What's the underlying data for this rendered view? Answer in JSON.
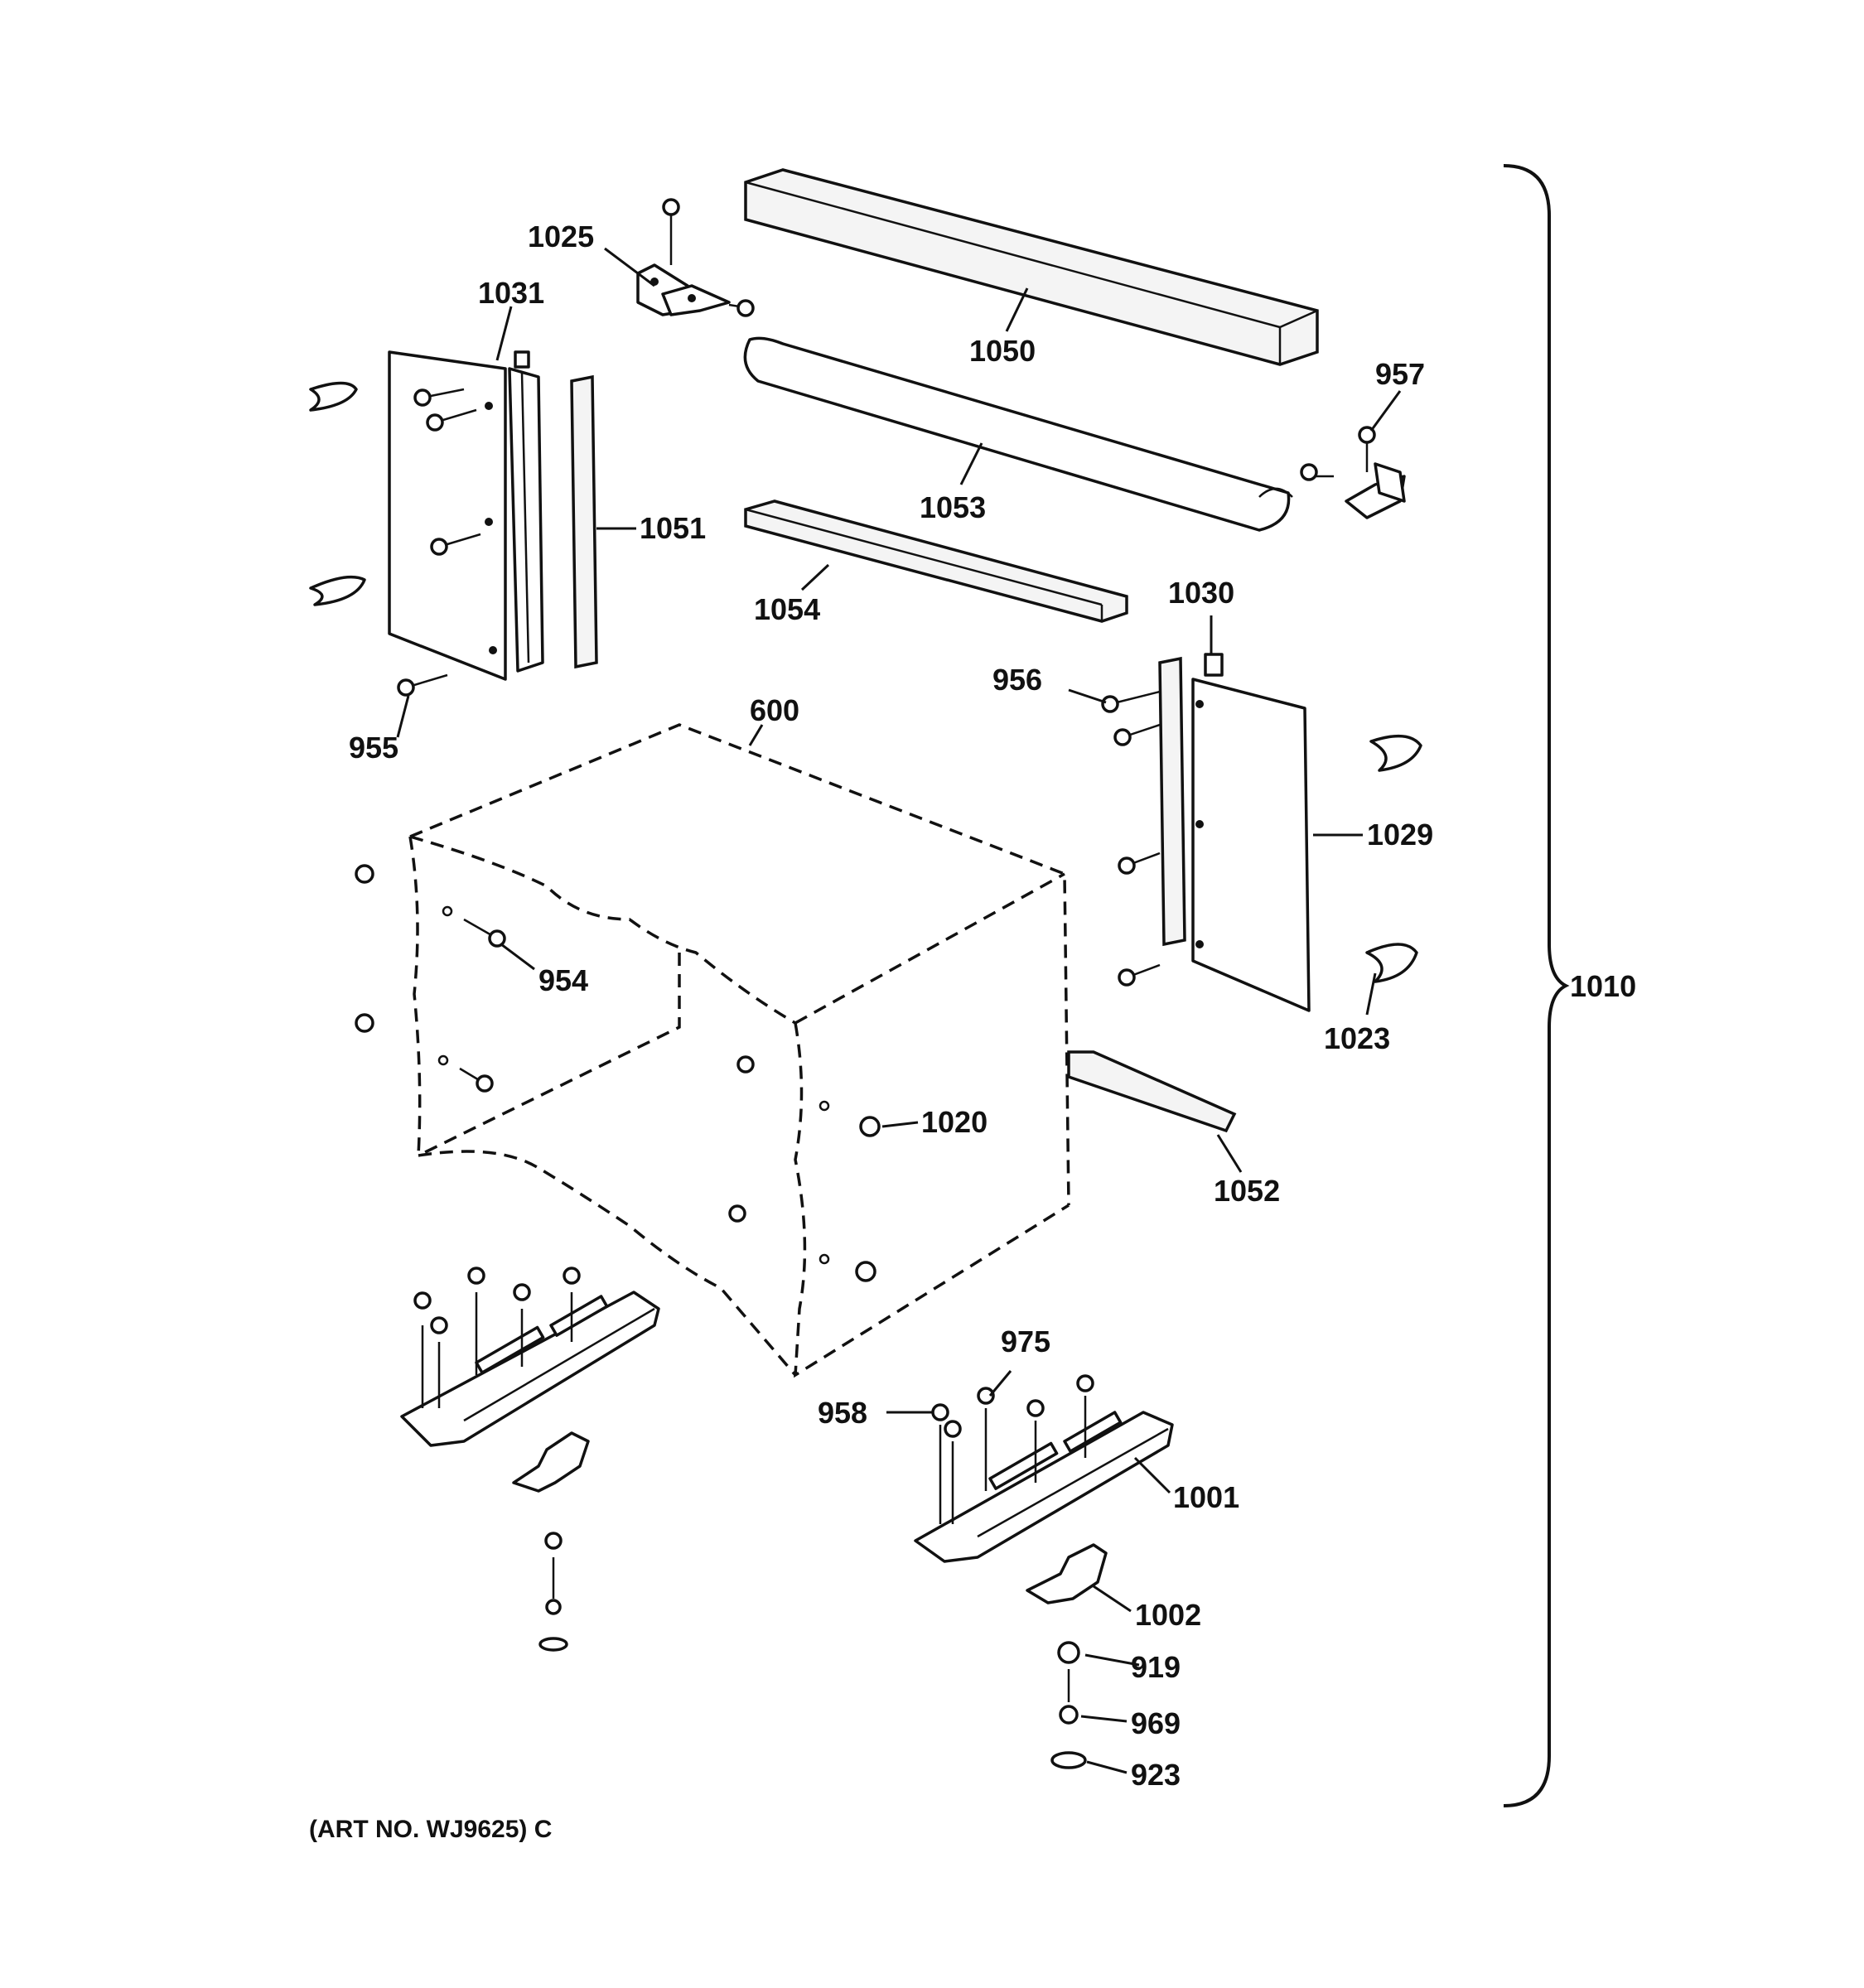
{
  "diagram": {
    "callouts": {
      "c1025": "1025",
      "c1031": "1031",
      "c1050": "1050",
      "c957": "957",
      "c1053": "1053",
      "c1051": "1051",
      "c1054": "1054",
      "c1030": "1030",
      "c956": "956",
      "c955": "955",
      "c600": "600",
      "c1029": "1029",
      "c954": "954",
      "c1023": "1023",
      "c1010": "1010",
      "c1020": "1020",
      "c1052": "1052",
      "c975": "975",
      "c958": "958",
      "c1001": "1001",
      "c1002": "1002",
      "c919": "919",
      "c969": "969",
      "c923": "923"
    },
    "art_number": "(ART NO. WJ9625) C"
  }
}
